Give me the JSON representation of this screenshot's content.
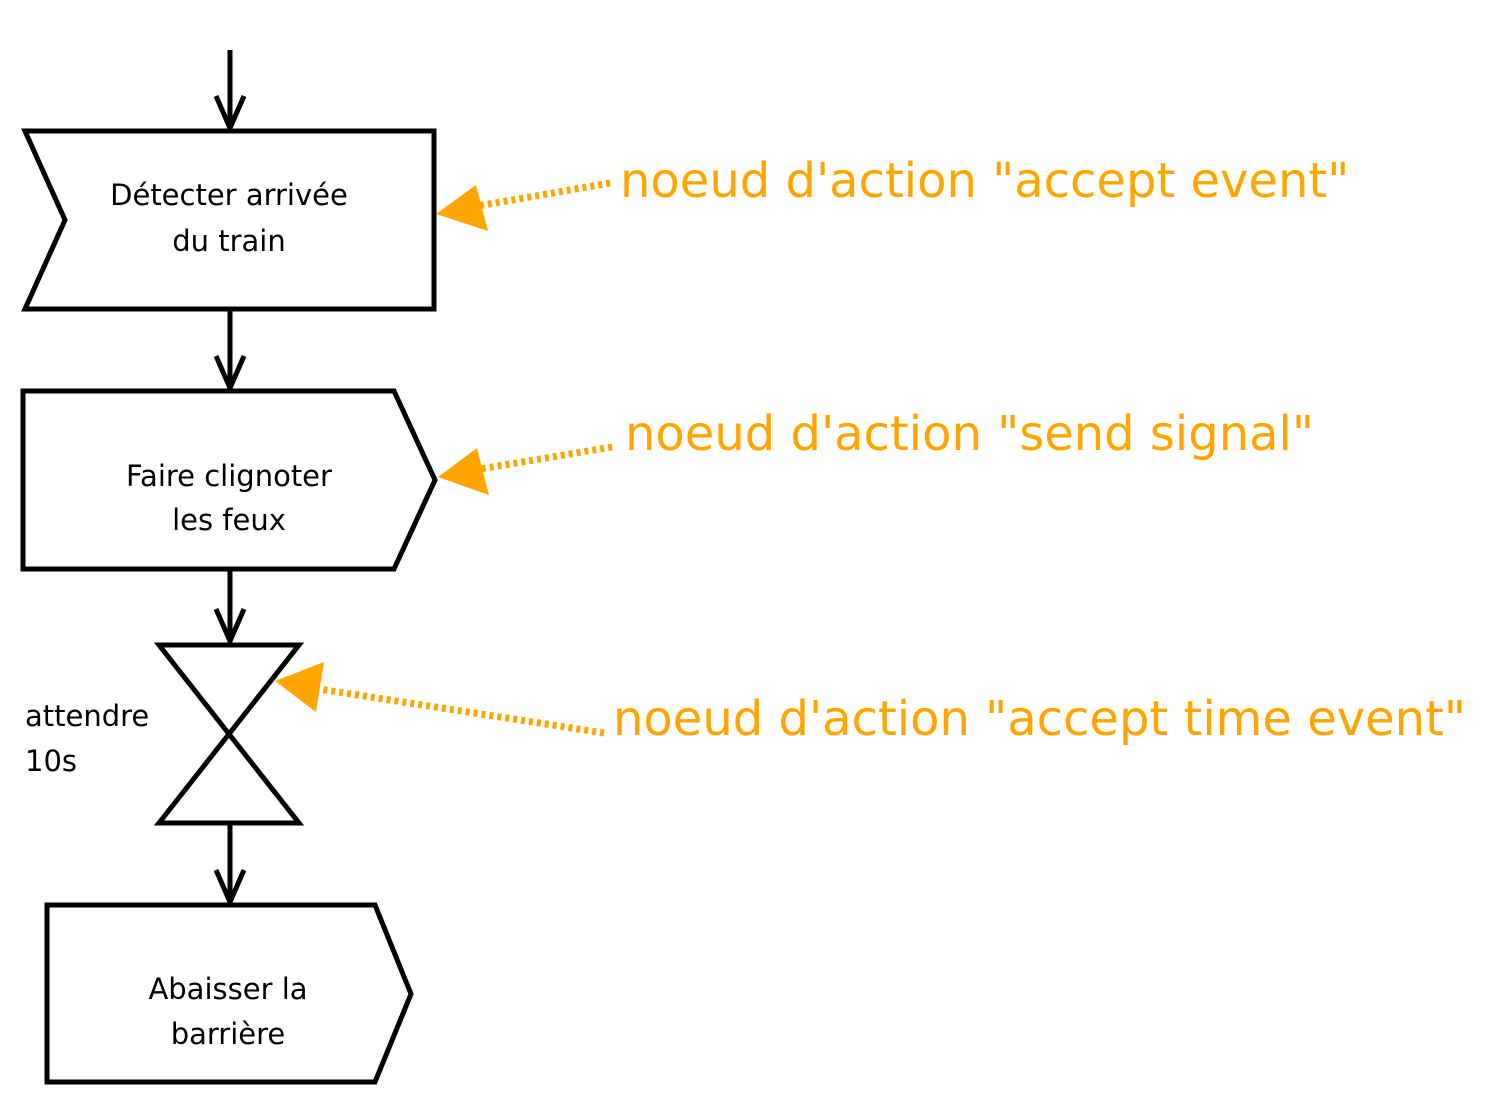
{
  "nodes": {
    "detect": {
      "line1": "Détecter arrivée",
      "line2": "du train"
    },
    "blink": {
      "line1": "Faire clignoter",
      "line2": "les feux"
    },
    "wait": {
      "line1": "attendre",
      "line2": "10s"
    },
    "lower": {
      "line1": "Abaisser la",
      "line2": "barrière"
    }
  },
  "annotations": {
    "accept_event": "noeud d'action \"accept event\"",
    "send_signal": "noeud d'action \"send signal\"",
    "accept_time_event": "noeud d'action \"accept time event\""
  },
  "colors": {
    "annotation": "#ffa500",
    "stroke": "#000000"
  }
}
